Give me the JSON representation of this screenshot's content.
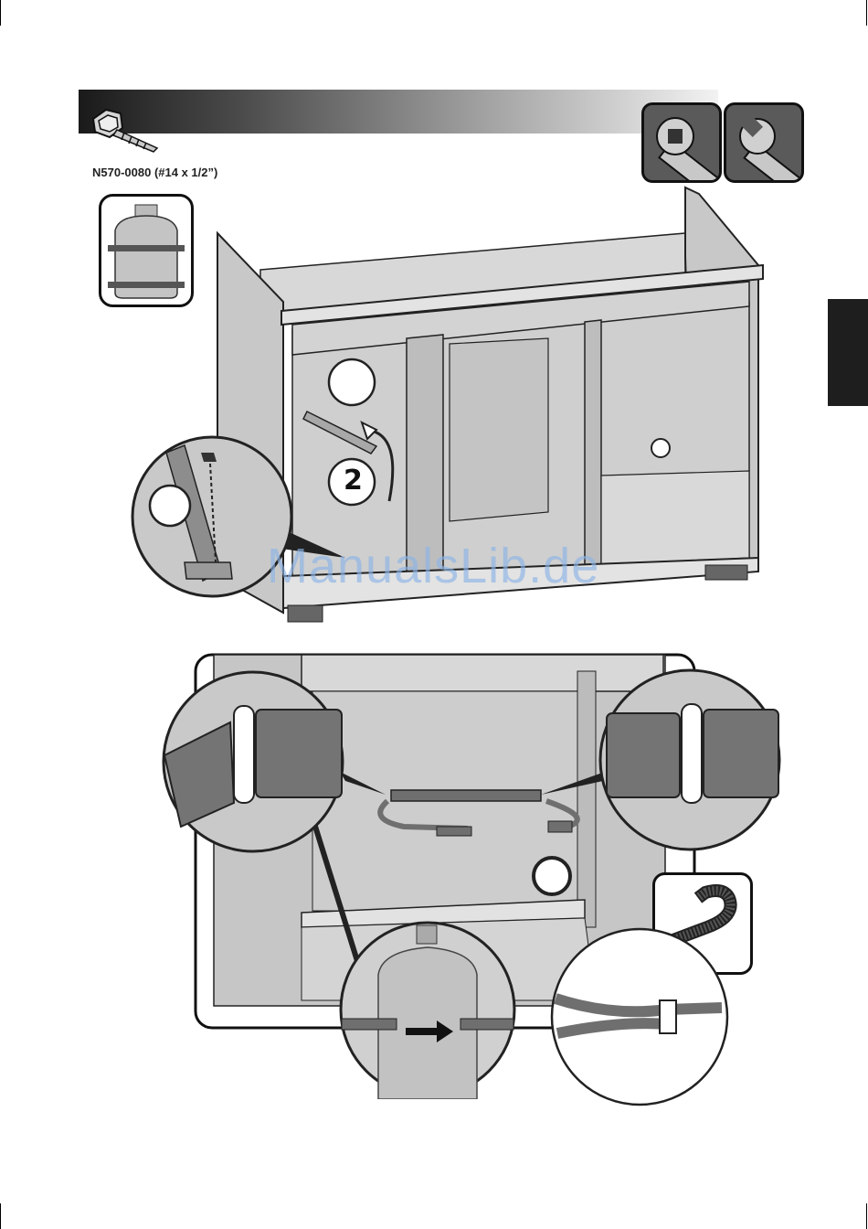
{
  "part": {
    "code": "N570-0080 (#14 x 1/2”)",
    "icon": "screw-icon"
  },
  "tools": [
    {
      "icon": "socket-wrench-icon"
    },
    {
      "icon": "open-end-wrench-icon"
    }
  ],
  "steps": {
    "step2": "2"
  },
  "watermark": "ManualsLib.de",
  "colors": {
    "panel": "#c8c8c8",
    "panel_dark": "#9c9c9c",
    "strap": "#6f6f6f",
    "tab": "#1e1e1e"
  }
}
